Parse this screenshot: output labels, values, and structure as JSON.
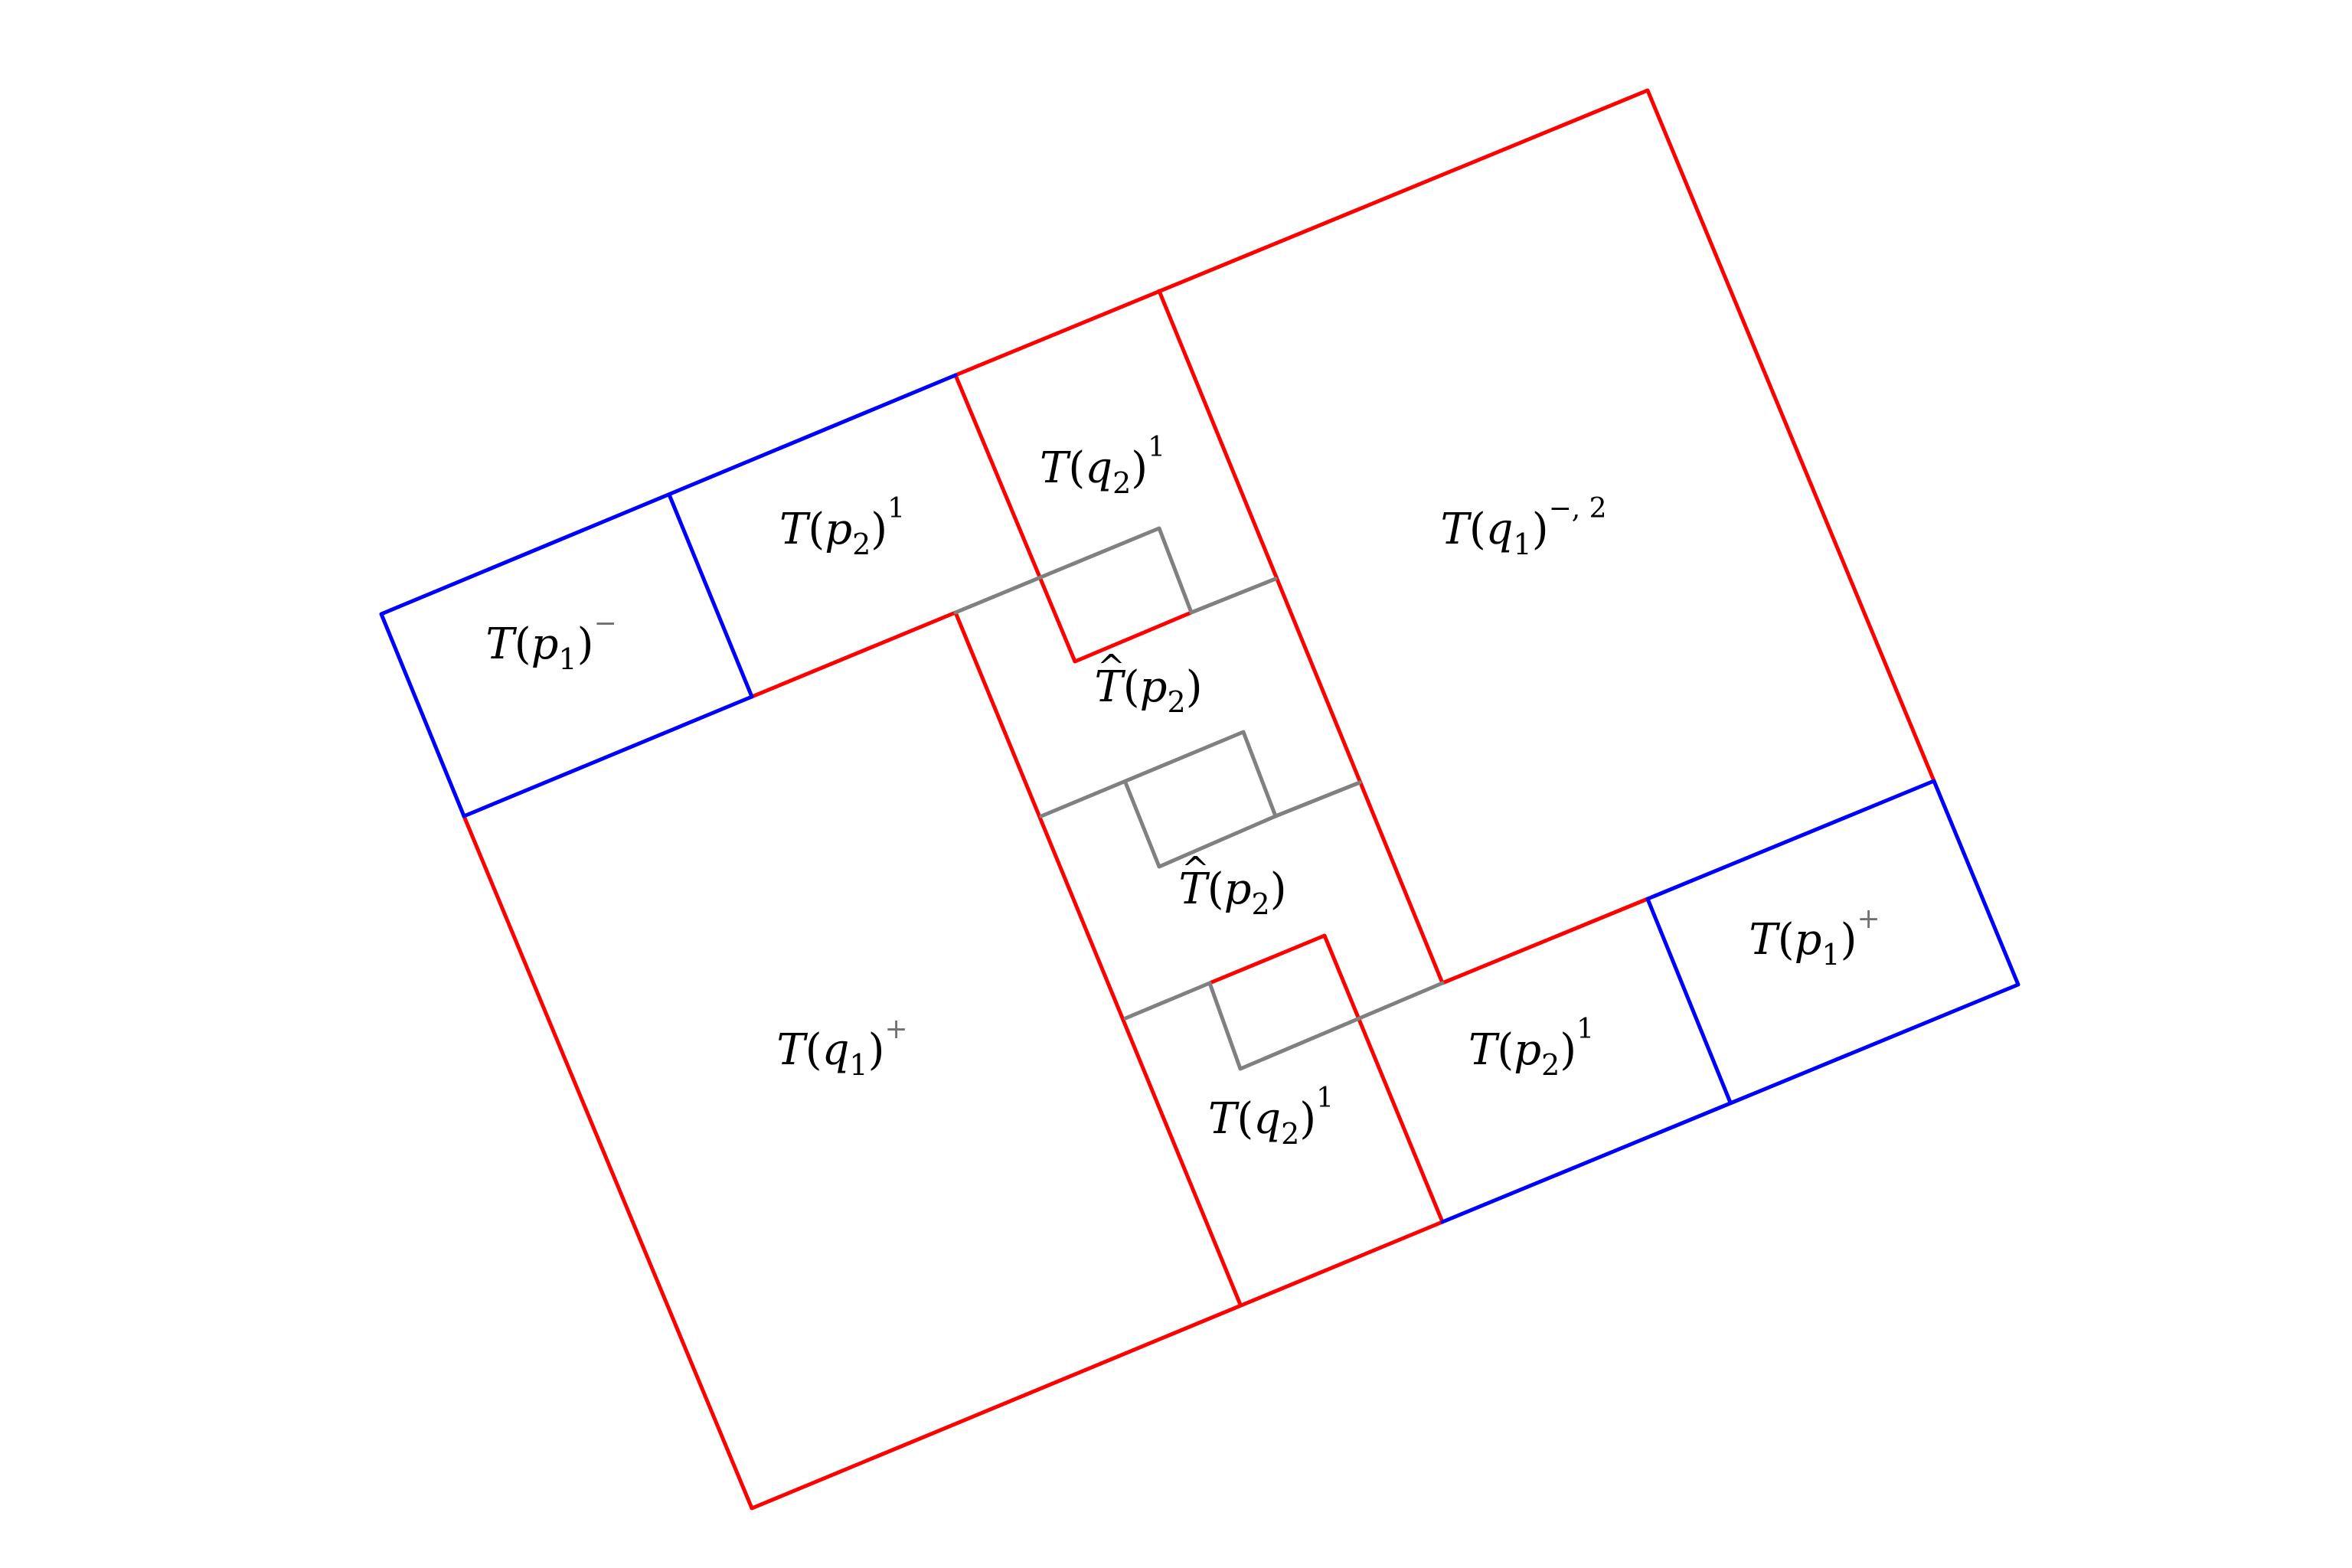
{
  "colors": {
    "red": "#ff0000",
    "blue": "#0000ff",
    "gray": "#808080"
  },
  "labels": {
    "tp1_minus": {
      "symbol": "T",
      "arg": "p",
      "sub": "1",
      "sup": "−",
      "hat": false,
      "sup_gray": true
    },
    "tp2_1_top": {
      "symbol": "T",
      "arg": "p",
      "sub": "2",
      "sup": "1",
      "hat": false,
      "sup_gray": false
    },
    "tq2_1_top": {
      "symbol": "T",
      "arg": "q",
      "sub": "2",
      "sup": "1",
      "hat": false,
      "sup_gray": false
    },
    "tq1_minus2": {
      "symbol": "T",
      "arg": "q",
      "sub": "1",
      "sup": "−, 2",
      "hat": false,
      "sup_gray": false
    },
    "that_p2_top": {
      "symbol": "T",
      "arg": "p",
      "sub": "2",
      "sup": "",
      "hat": true,
      "sup_gray": false
    },
    "that_p2_bottom": {
      "symbol": "T",
      "arg": "p",
      "sub": "2",
      "sup": "",
      "hat": true,
      "sup_gray": false
    },
    "tq1_plus": {
      "symbol": "T",
      "arg": "q",
      "sub": "1",
      "sup": "+",
      "hat": false,
      "sup_gray": true
    },
    "tq2_1_bottom": {
      "symbol": "T",
      "arg": "q",
      "sub": "2",
      "sup": "1",
      "hat": false,
      "sup_gray": false
    },
    "tp2_1_bottom": {
      "symbol": "T",
      "arg": "p",
      "sub": "2",
      "sup": "1",
      "hat": false,
      "sup_gray": false
    },
    "tp1_plus": {
      "symbol": "T",
      "arg": "p",
      "sub": "1",
      "sup": "+",
      "hat": false,
      "sup_gray": true
    }
  }
}
